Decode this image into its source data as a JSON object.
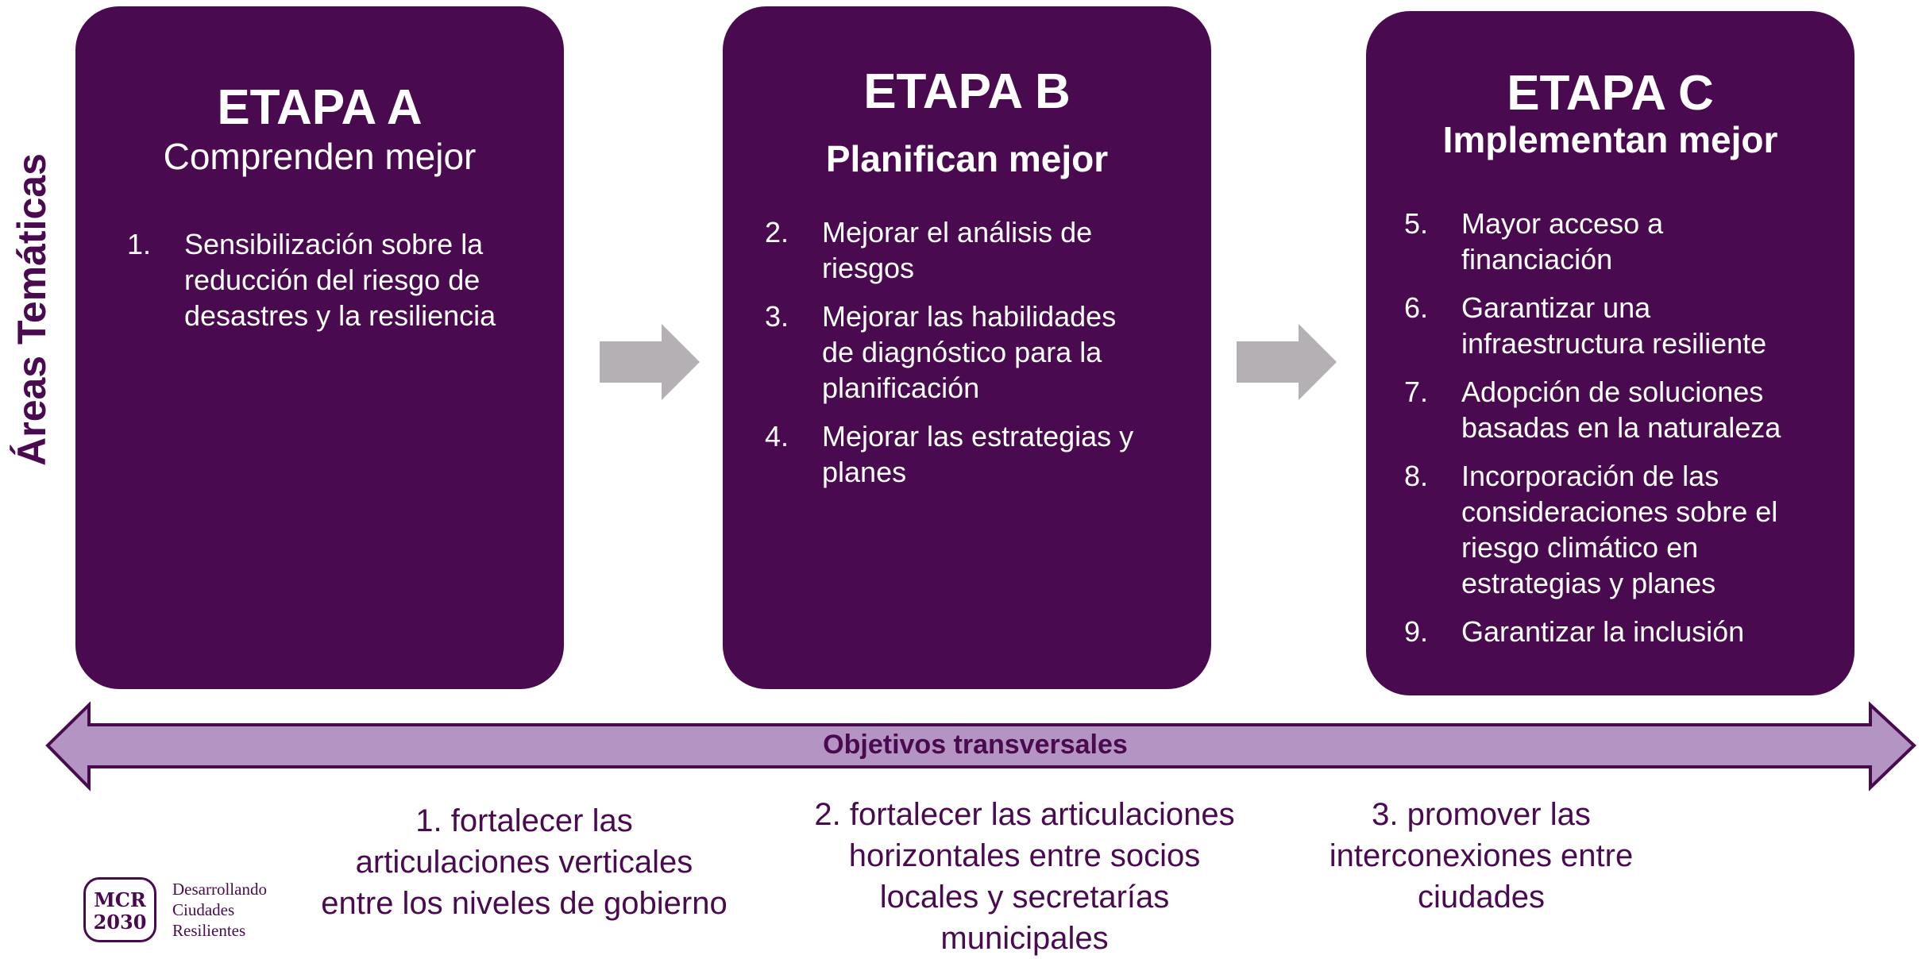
{
  "side_label": "Áreas Temáticas",
  "stages": [
    {
      "title": "ETAPA A",
      "subtitle": "Comprenden mejor",
      "items": [
        {
          "num": "1.",
          "lines": [
            "Sensibilización sobre la",
            "reducción del riesgo de",
            "desastres y la resiliencia"
          ]
        }
      ]
    },
    {
      "title": "ETAPA B",
      "subtitle": "Planifican mejor",
      "items": [
        {
          "num": "2.",
          "lines": [
            "Mejorar el análisis de",
            "riesgos"
          ]
        },
        {
          "num": "3.",
          "lines": [
            "Mejorar las habilidades",
            "de diagnóstico para la",
            "planificación"
          ]
        },
        {
          "num": "4.",
          "lines": [
            "Mejorar las estrategias y",
            "planes"
          ]
        }
      ]
    },
    {
      "title": "ETAPA C",
      "subtitle": "Implementan mejor",
      "items": [
        {
          "num": "5.",
          "lines": [
            "Mayor acceso a",
            "financiación"
          ]
        },
        {
          "num": "6.",
          "lines": [
            "Garantizar una",
            "infraestructura resiliente"
          ]
        },
        {
          "num": "7.",
          "lines": [
            "Adopción de soluciones",
            "basadas en la naturaleza"
          ]
        },
        {
          "num": "8.",
          "lines": [
            "Incorporación de las",
            "consideraciones sobre el",
            "riesgo climático en",
            "estrategias y planes"
          ]
        },
        {
          "num": "9.",
          "lines": [
            "Garantizar la inclusión"
          ]
        }
      ]
    }
  ],
  "transversal_label": "Objetivos transversales",
  "objectives": [
    {
      "lines": [
        "1. fortalecer las",
        "articulaciones verticales",
        "entre los niveles de gobierno"
      ]
    },
    {
      "lines": [
        "2. fortalecer las articulaciones",
        "horizontales entre socios",
        "locales y secretarías",
        "municipales"
      ]
    },
    {
      "lines": [
        "3. promover las",
        "interconexiones entre",
        "ciudades"
      ]
    }
  ],
  "logo": {
    "mark_lines": [
      "MCR",
      "2030"
    ],
    "text_lines": [
      "Desarrollando",
      "Ciudades",
      "Resilientes"
    ]
  },
  "colors": {
    "stage_bg": "#4a0a50",
    "text_purple": "#4a0a50",
    "arrow_gray": "#b4b0b4",
    "transversal_fill": "#b494c2"
  }
}
